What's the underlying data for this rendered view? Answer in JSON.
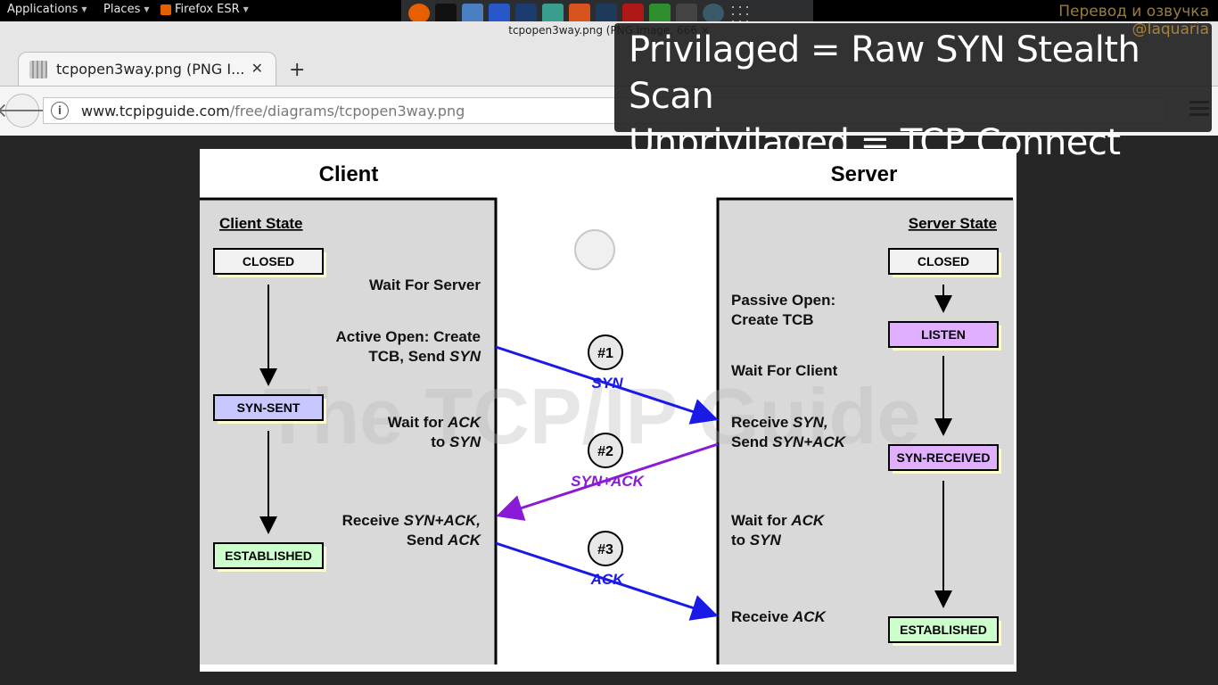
{
  "topbar": {
    "applications": "Applications",
    "places": "Places",
    "firefox": "Firefox ESR"
  },
  "watermark": {
    "line1": "Перевод и озвучка",
    "line2": "@Iaquaria"
  },
  "window": {
    "title": "tcpopen3way.png (PNG Image, 666 ×"
  },
  "tab": {
    "label": "tcpopen3way.png (PNG I...",
    "close": "✕",
    "new_tab": "+"
  },
  "url": {
    "host": "www.tcpipguide.com",
    "path": "/free/diagrams/tcpopen3way.png"
  },
  "overlay": {
    "line1": "Privilaged = Raw SYN Stealth Scan",
    "line2": "Unprivilaged = TCP Connect Scan"
  },
  "diagram": {
    "watermark": "The TCP/IP Guide",
    "client_title": "Client",
    "server_title": "Server",
    "client_state_title": "Client State",
    "server_state_title": "Server State",
    "client_states": [
      "CLOSED",
      "SYN-SENT",
      "ESTABLISHED"
    ],
    "server_states": [
      "CLOSED",
      "LISTEN",
      "SYN-RECEIVED",
      "ESTABLISHED"
    ],
    "client_text": {
      "wait_server": "Wait For Server",
      "active_open_1": "Active Open: Create",
      "active_open_2a": "TCB, Send ",
      "active_open_2b": "SYN",
      "wait_ack_1a": "Wait for ",
      "wait_ack_1b": "ACK",
      "wait_ack_2a": "to ",
      "wait_ack_2b": "SYN",
      "receive_1a": "Receive ",
      "receive_1b": "SYN+ACK,",
      "receive_2a": "Send ",
      "receive_2b": "ACK"
    },
    "server_text": {
      "passive_1": "Passive Open:",
      "passive_2": "Create TCB",
      "wait_client": "Wait For Client",
      "receive_syn_1a": "Receive ",
      "receive_syn_1b": "SYN,",
      "receive_syn_2a": "Send ",
      "receive_syn_2b": "SYN+ACK",
      "wait_ack_1a": "Wait for ",
      "wait_ack_1b": "ACK",
      "wait_ack_2a": "to ",
      "wait_ack_2b": "SYN",
      "receive_ack_a": "Receive ",
      "receive_ack_b": "ACK"
    },
    "messages": [
      {
        "num": "#1",
        "label": "SYN"
      },
      {
        "num": "#2",
        "label": "SYN+ACK"
      },
      {
        "num": "#3",
        "label": "ACK"
      }
    ],
    "colors": {
      "client_blue": "#1a1ae6",
      "syn_ack_purple": "#8a1ad6",
      "closed": "#f2f2f2",
      "syn_sent": "#c8c8ff",
      "listen": "#e0b0ff",
      "syn_received": "#e0b0ff",
      "established": "#ccffcc"
    }
  }
}
